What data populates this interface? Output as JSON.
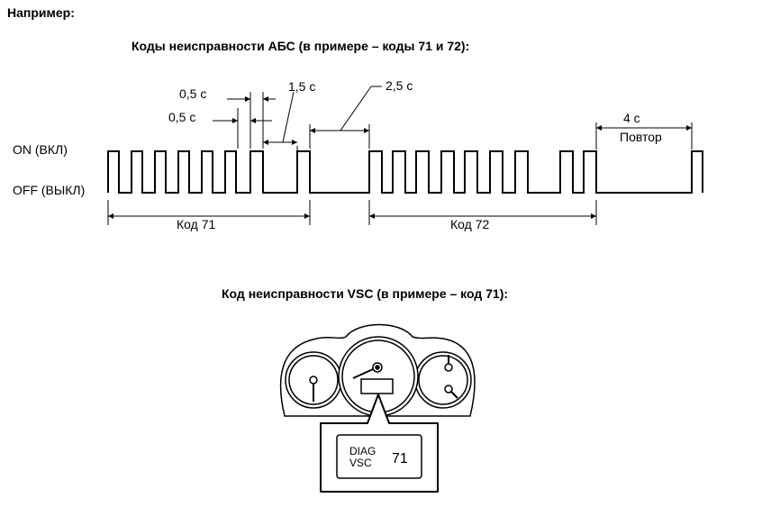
{
  "heading": "Например:",
  "abs_title": "Коды неисправности АБС (в примере – коды 71 и 72):",
  "vsc_title": "Код неисправности VSC (в примере – код 71):",
  "signal": {
    "on_label": "ON (ВКЛ)",
    "off_label": "OFF (ВЫКЛ)",
    "t_05a": "0,5 с",
    "t_05b": "0,5 с",
    "t_15": "1,5 с",
    "t_25": "2,5 с",
    "t_4": "4 с",
    "repeat": "Повтор",
    "code71": "Код 71",
    "code72": "Код 72"
  },
  "display": {
    "diag": "DIAG",
    "vsc": "VSC",
    "code": "71"
  }
}
